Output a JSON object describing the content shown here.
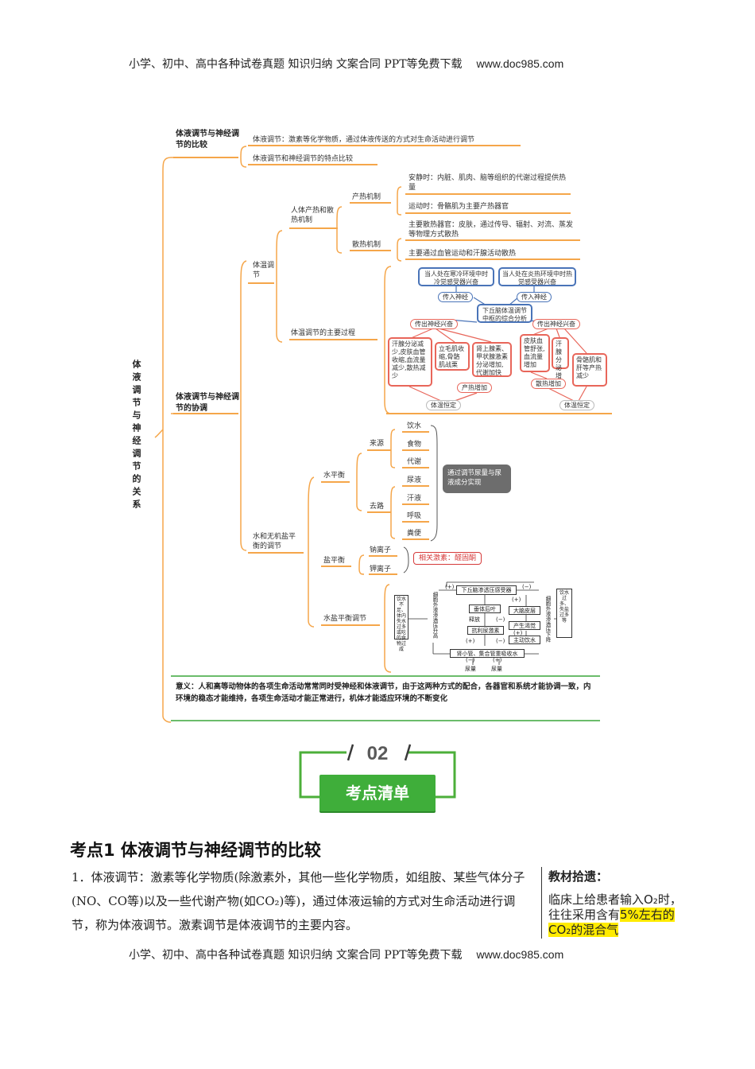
{
  "header": {
    "text": "小学、初中、高中各种试卷真题 知识归纳 文案合同 PPT等免费下载",
    "url": "www.doc985.com"
  },
  "mindmap": {
    "root": "体液调节与神经调节的关系",
    "branch1": {
      "title": "体液调节与神经调节的比较",
      "items": [
        "体液调节：激素等化学物质，通过体液传送的方式对生命活动进行调节",
        "体液调节和神经调节的特点比较"
      ]
    },
    "branch2": {
      "title": "体液调节与神经调节的协调",
      "temp": {
        "label": "体温调节",
        "mech": "人体产热和散热机制",
        "heat_prod": "产热机制",
        "heat_prod_items": [
          "安静时：内脏、肌肉、脑等组织的代谢过程提供热量",
          "运动时：骨骼肌为主要产热器官"
        ],
        "heat_loss": "散热机制",
        "heat_loss_items": [
          "主要散热器官：皮肤，通过传导、辐射、对流、蒸发等物理方式散热",
          "主要通过血管运动和汗腺活动散热"
        ],
        "process": "体温调节的主要过程",
        "diagram": {
          "cold": "当人处在寒冷环境中时冷觉感受器兴奋",
          "hot": "当人处在炎热环境中时热觉感受器兴奋",
          "afferent": "传入神经",
          "center": "下丘脑体温调节中枢的综合分析",
          "efferent": "传出神经兴奋",
          "cold_effects": [
            "汗腺分泌减少,皮肤血管收缩,血流量减少,散热减少",
            "立毛肌收缩,骨骼肌战栗",
            "肾上腺素、甲状腺激素分泌增加,代谢加快"
          ],
          "heat_up": "产热增加",
          "hot_effects": [
            "皮肤血管舒张,血流量增加",
            "汗腺分泌增加",
            "骨骼肌和肝等产热减少"
          ],
          "heat_loss_up": "散热增加",
          "stable": "体温恒定"
        }
      },
      "water_salt": {
        "label": "水和无机盐平衡的调节",
        "water": "水平衡",
        "source": "来源",
        "sources": [
          "饮水",
          "食物",
          "代谢"
        ],
        "sink": "去路",
        "sinks": [
          "尿液",
          "汗液",
          "呼吸",
          "粪便"
        ],
        "note": "通过调节尿量与尿液成分实现",
        "salt": "盐平衡",
        "ions": [
          "钠离子",
          "钾离子"
        ],
        "hormone": "相关激素：醛固酮",
        "ws": "水盐平衡调节",
        "flow": {
          "left": "饮水不足、体内失水过多或吃的食物过咸",
          "up": "细胞外液渗透压升高",
          "receptor": "下丘脑渗透压感受器",
          "pituitary": "垂体后叶",
          "release": "释放",
          "adh": "抗利尿激素",
          "cortex": "大脑皮层",
          "thirst": "产生渴觉",
          "drink": "主动饮水",
          "kidney": "肾小管、集合管重吸收水",
          "urine": "尿量",
          "down": "细胞外液渗透压下降",
          "right": "饮水过多、失盐过多等",
          "plus": "(+)",
          "minus": "(−)"
        }
      }
    },
    "meaning": "意义：人和高等动物体的各项生命活动常常同时受神经和体液调节，由于这两种方式的配合，各器官和系统才能协调一致，内环境的稳态才能维持，各项生命活动才能正常进行，机体才能适应环境的不断变化"
  },
  "badge": {
    "number": "02",
    "label": "考点清单"
  },
  "section": {
    "title": "考点1  体液调节与神经调节的比较",
    "para": "1．体液调节：激素等化学物质(除激素外，其他一些化学物质，如组胺、某些气体分子(NO、CO等)以及一些代谢产物(如CO₂)等)，通过体液运输的方式对生命活动进行调节，称为体液调节。激素调节是体液调节的主要内容。",
    "sidebar_title": "教材拾遗：",
    "sidebar_plain": "临床上给患者输入O₂时，往往采用含有",
    "sidebar_highlight": "5%左右的CO₂的混合气"
  },
  "colors": {
    "orange": "#f5a64a",
    "red": "#e8665a",
    "blue": "#4a74b8",
    "green": "#3aa63a",
    "grayBox": "#6d6d6d",
    "highlight": "#ffeb00"
  }
}
